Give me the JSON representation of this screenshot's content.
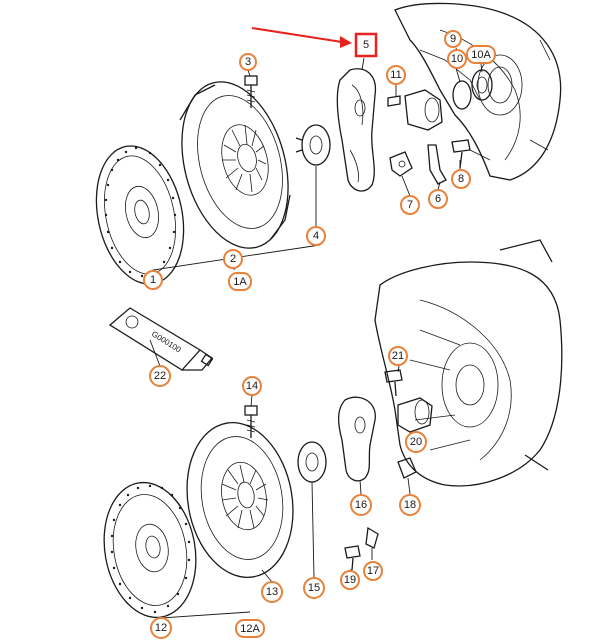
{
  "diagram": {
    "highlight_color": "#e8221c",
    "callout_color": "#e8823a",
    "tube_label": "G000100",
    "upper_group": {
      "labels": [
        "1",
        "2",
        "1A",
        "3",
        "4",
        "5",
        "6",
        "7",
        "8",
        "9",
        "10",
        "10A",
        "11"
      ]
    },
    "lower_group": {
      "labels": [
        "12",
        "12A",
        "13",
        "14",
        "15",
        "16",
        "17",
        "18",
        "19",
        "20",
        "21",
        "22"
      ]
    },
    "highlighted_label": "5"
  }
}
